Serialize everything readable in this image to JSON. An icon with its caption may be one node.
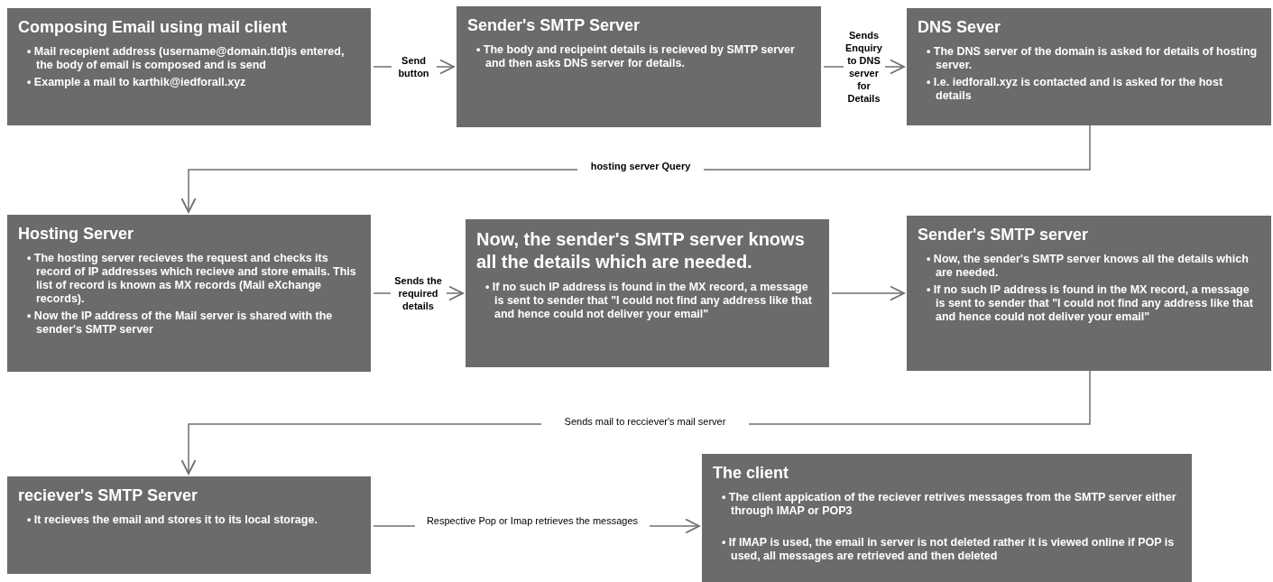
{
  "diagram": {
    "nodes": [
      {
        "text": [
          "Composing Email using mail client",
          "• Mail recepient address (username@domain.tld)is entered, the body of email is composed and is send",
          "• Example a mail to karthik@iedforall.xyz"
        ]
      },
      {
        "text": [
          "Sender's SMTP Server",
          "• The body and recipeint details is recieved by SMTP server and then asks DNS server for details."
        ]
      },
      {
        "text": [
          "DNS Sever",
          "• The DNS server of the domain is asked for details of hosting server.",
          "• I.e. iedforall.xyz is contacted and is asked for the host details"
        ]
      },
      {
        "text": [
          "Hosting Server",
          "• The hosting server recieves the request and checks its record of IP addresses which recieve and store emails. This list of record is known as MX records (Mail eXchange records).",
          "• Now the IP address of the Mail server is shared with the sender's SMTP server"
        ]
      },
      {
        "text": [
          "Now, the sender's SMTP server knows all the details which are needed.",
          "• If no such IP address is found in the MX record, a message is sent to sender that \"I could not find any address like that and hence could not deliver your email\""
        ]
      },
      {
        "text": [
          "Sender's SMTP server",
          "• Now, the sender's SMTP server knows all the details which are needed.",
          "• If no such IP address is found in the MX record, a message is sent to sender that \"I could not find any address like that and hence could not deliver your email\""
        ]
      },
      {
        "text": [
          "reciever's SMTP Server",
          "• It recieves the email and stores it to its local storage."
        ]
      },
      {
        "text": [
          "The client",
          "• The client appication of the reciever retrives messages from the  SMTP server either through IMAP or POP3",
          "• If IMAP is used, the email in server is not deleted rather it is viewed online if POP is used, all messages are retrieved and then deleted"
        ]
      }
    ],
    "edges": [
      {
        "from": 0,
        "to": 1,
        "arrow": "to",
        "label": "Send button"
      },
      {
        "from": 1,
        "to": 2,
        "arrow": "to",
        "label": "Sends Enquiry to DNS server for Details"
      },
      {
        "from": 2,
        "to": 3,
        "arrow": "to",
        "label": "hosting server Query"
      },
      {
        "from": 3,
        "to": 4,
        "arrow": "to",
        "label": "Sends the required details"
      },
      {
        "from": 4,
        "to": 5,
        "arrow": "to"
      },
      {
        "from": 5,
        "to": 6,
        "arrow": "to",
        "label": "Sends mail to recciever's mail server"
      },
      {
        "from": 6,
        "to": 7,
        "arrow": "to",
        "label": "Respective Pop or Imap retrieves the messages"
      }
    ]
  }
}
